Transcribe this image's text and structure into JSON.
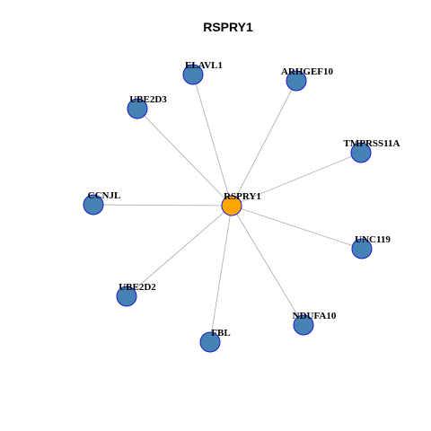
{
  "title": "RSPRY1",
  "colors": {
    "hub": "#ffa500",
    "node": "#4682b4",
    "node_border": "#1a1acc",
    "edge": "#b3b3b3"
  },
  "hub": "RSPRY1",
  "neighbors": [
    "ELAVL1",
    "ARHGEF10",
    "UBE2D3",
    "TMPRSS11A",
    "CCNJL",
    "UNC119",
    "UBE2D2",
    "NDUFA10",
    "FBL"
  ]
}
